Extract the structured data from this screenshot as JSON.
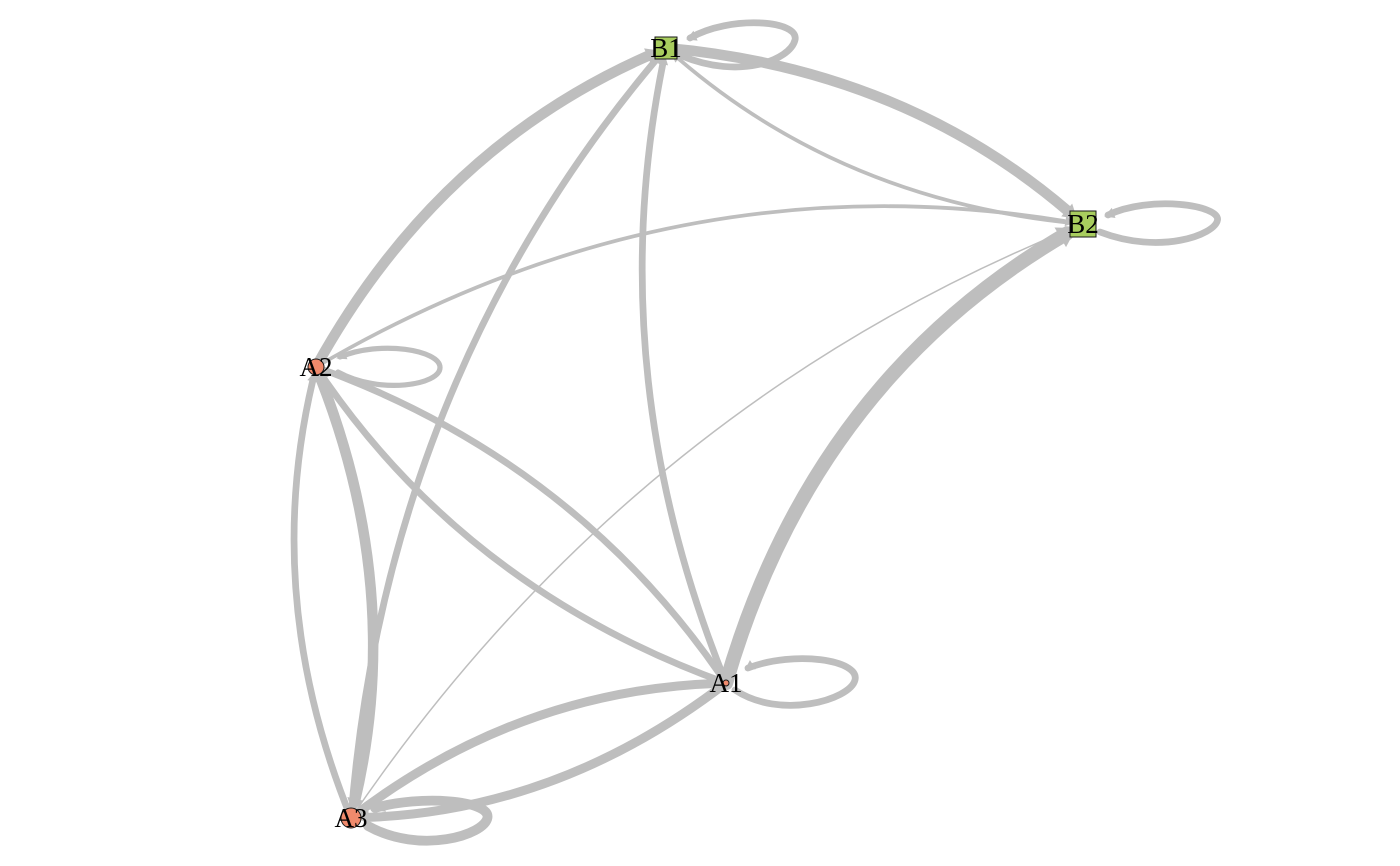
{
  "colors": {
    "edge": "#BEBEBE",
    "group_a": "#F08A6C",
    "group_b": "#A8CD5E",
    "node_border": "#1A1A1A",
    "background": "#FFFFFF"
  },
  "nodes": [
    {
      "id": "A1",
      "label": "A1",
      "group": "A",
      "shape": "circle"
    },
    {
      "id": "A2",
      "label": "A2",
      "group": "A",
      "shape": "circle"
    },
    {
      "id": "A3",
      "label": "A3",
      "group": "A",
      "shape": "circle"
    },
    {
      "id": "B1",
      "label": "B1",
      "group": "B",
      "shape": "square"
    },
    {
      "id": "B2",
      "label": "B2",
      "group": "B",
      "shape": "square"
    }
  ],
  "edges": [
    {
      "from": "A1",
      "to": "A1",
      "weight": 9
    },
    {
      "from": "A2",
      "to": "A2",
      "weight": 7
    },
    {
      "from": "A3",
      "to": "A3",
      "weight": 13
    },
    {
      "from": "B1",
      "to": "B1",
      "weight": 9
    },
    {
      "from": "B2",
      "to": "B2",
      "weight": 9
    },
    {
      "from": "B1",
      "to": "B2",
      "weight": 14
    },
    {
      "from": "B2",
      "to": "B1",
      "weight": 5
    },
    {
      "from": "A1",
      "to": "B2",
      "weight": 19
    },
    {
      "from": "A1",
      "to": "B1",
      "weight": 9
    },
    {
      "from": "A2",
      "to": "B1",
      "weight": 14
    },
    {
      "from": "A2",
      "to": "B2",
      "weight": 5
    },
    {
      "from": "A3",
      "to": "B1",
      "weight": 9
    },
    {
      "from": "A3",
      "to": "B2",
      "weight": 2
    },
    {
      "from": "A2",
      "to": "A1",
      "weight": 9
    },
    {
      "from": "A1",
      "to": "A2",
      "weight": 9
    },
    {
      "from": "A2",
      "to": "A3",
      "weight": 14
    },
    {
      "from": "A3",
      "to": "A2",
      "weight": 9
    },
    {
      "from": "A1",
      "to": "A3",
      "weight": 12
    },
    {
      "from": "A3",
      "to": "A1",
      "weight": 12
    }
  ]
}
